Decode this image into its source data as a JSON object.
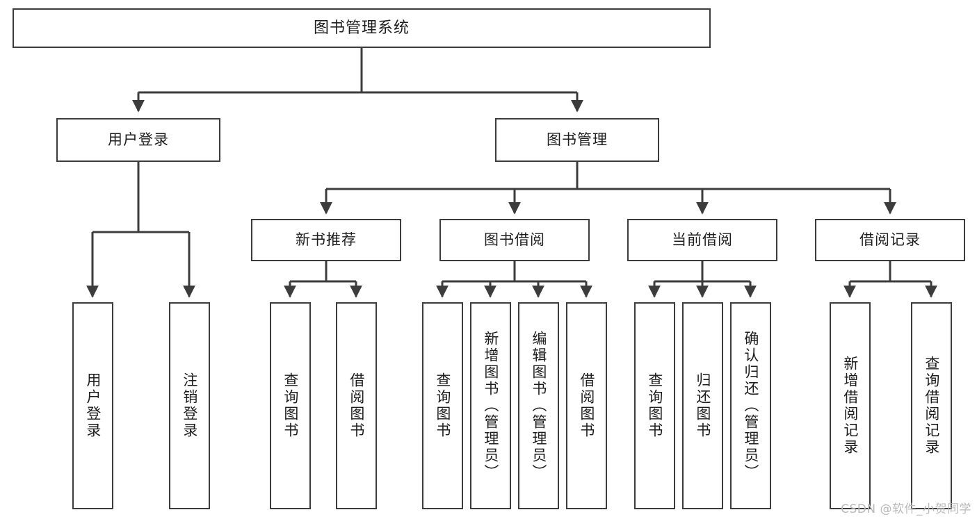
{
  "diagram": {
    "title": "图书管理系统",
    "type": "tree-hierarchy-chart",
    "orientation": "top-down",
    "colors": {
      "node_border": "#3c3c3c",
      "node_fill": "#ffffff",
      "edge": "#3c3c3c",
      "text": "#1d1d1d",
      "watermark": "#b9b9b9",
      "background": "#ffffff"
    },
    "root": {
      "label": "图书管理系统"
    },
    "level2": [
      {
        "label": "用户登录"
      },
      {
        "label": "图书管理"
      }
    ],
    "level3": [
      {
        "label": "新书推荐"
      },
      {
        "label": "图书借阅"
      },
      {
        "label": "当前借阅"
      },
      {
        "label": "借阅记录"
      }
    ],
    "leaves": {
      "user_login": [
        {
          "label": "用户登录"
        },
        {
          "label": "注销登录"
        }
      ],
      "new_book_recommend": [
        {
          "label": "查询图书"
        },
        {
          "label": "借阅图书"
        }
      ],
      "book_borrow": [
        {
          "label": "查询图书"
        },
        {
          "label": "新增图书（管理员）"
        },
        {
          "label": "编辑图书（管理员）"
        },
        {
          "label": "借阅图书"
        }
      ],
      "current_borrow": [
        {
          "label": "查询图书"
        },
        {
          "label": "归还图书"
        },
        {
          "label": "确认归还（管理员）"
        }
      ],
      "borrow_record": [
        {
          "label": "新增借阅记录"
        },
        {
          "label": "查询借阅记录"
        }
      ]
    }
  },
  "watermark": {
    "text": "CSDN @软件_小贺同学"
  }
}
